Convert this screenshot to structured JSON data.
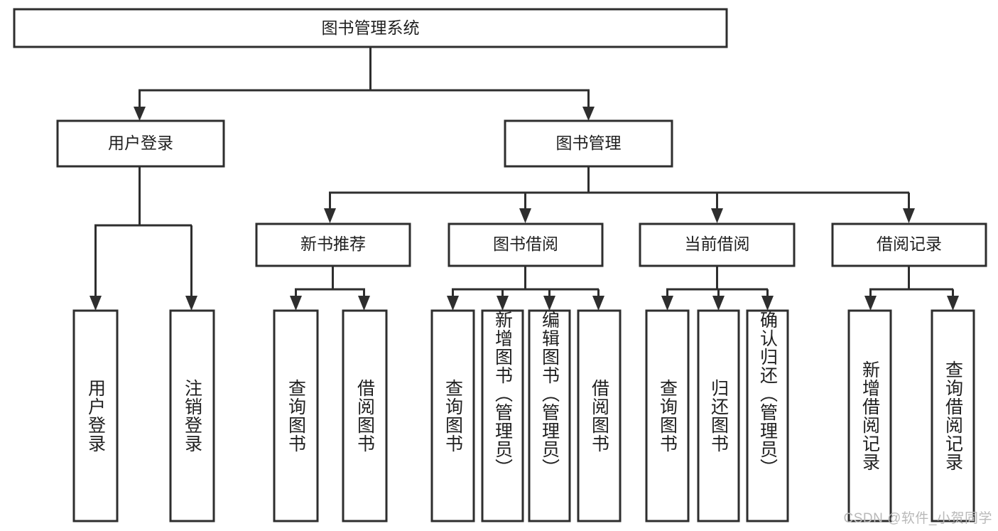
{
  "diagram": {
    "title": "图书管理系统",
    "type": "hierarchy-tree",
    "levels": 4,
    "colors": {
      "box_stroke": "#2e2e2e",
      "box_fill": "#ffffff",
      "text": "#1f1f1f",
      "background": "#ffffff",
      "watermark": "#b9b9b9"
    },
    "root": {
      "label": "图书管理系统",
      "orientation": "horizontal"
    },
    "level2": [
      {
        "label": "用户登录",
        "orientation": "horizontal"
      },
      {
        "label": "图书管理",
        "orientation": "horizontal"
      }
    ],
    "level3": [
      {
        "label": "新书推荐",
        "orientation": "horizontal"
      },
      {
        "label": "图书借阅",
        "orientation": "horizontal"
      },
      {
        "label": "当前借阅",
        "orientation": "horizontal"
      },
      {
        "label": "借阅记录",
        "orientation": "horizontal"
      }
    ],
    "leaves": {
      "user_login": [
        {
          "label": "用户登录",
          "orientation": "vertical"
        },
        {
          "label": "注销登录",
          "orientation": "vertical"
        }
      ],
      "new_book_recommend": [
        {
          "label": "查询图书",
          "orientation": "vertical"
        },
        {
          "label": "借阅图书",
          "orientation": "vertical"
        }
      ],
      "book_borrow": [
        {
          "label": "查询图书",
          "orientation": "vertical"
        },
        {
          "label": "新增图书（管理员）",
          "orientation": "vertical"
        },
        {
          "label": "编辑图书（管理员）",
          "orientation": "vertical"
        },
        {
          "label": "借阅图书",
          "orientation": "vertical"
        }
      ],
      "current_borrow": [
        {
          "label": "查询图书",
          "orientation": "vertical"
        },
        {
          "label": "归还图书",
          "orientation": "vertical"
        },
        {
          "label": "确认归还（管理员）",
          "orientation": "vertical"
        }
      ],
      "borrow_record": [
        {
          "label": "新增借阅记录",
          "orientation": "vertical"
        },
        {
          "label": "查询借阅记录",
          "orientation": "vertical"
        }
      ]
    }
  },
  "watermark": {
    "text": "CSDN @软件_小贺同学"
  }
}
